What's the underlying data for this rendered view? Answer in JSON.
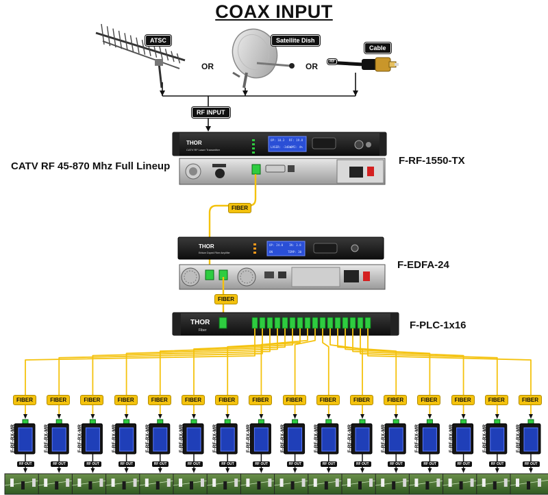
{
  "title": "COAX INPUT",
  "inputs": {
    "atsc": "ATSC",
    "satellite": "Satellite Dish",
    "cable": "Cable",
    "or": "OR",
    "rf_plug": "RF",
    "rf_input": "RF INPUT"
  },
  "transmitter": {
    "model": "F-RF-1550-TX",
    "lineup": "CATV RF 45-870 Mhz Full Lineup",
    "front_text": "CATV RF Laser Transmitter",
    "display": [
      "OP: 10.3",
      "RF: 19.8",
      "LASER: -3dBm",
      "OMI: 4%"
    ]
  },
  "edfa": {
    "model": "F-EDFA-24",
    "front_text": "Erbium Doped Fiber Amplifier",
    "display": [
      "OP: 24.0",
      "IN: 3.8",
      "ON",
      "TEMP: 30"
    ]
  },
  "splitter": {
    "model": "F-PLC-1x16",
    "brand_sub": "Fiber"
  },
  "brand": "THOR",
  "fiber_label": "FIBER",
  "receivers": {
    "count": 16,
    "model": "F-RF-RX-MR",
    "rf_out": "RF OUT"
  },
  "colors": {
    "fiber": "#f4c20d",
    "line": "#111111",
    "display": "#2a4fd6"
  }
}
